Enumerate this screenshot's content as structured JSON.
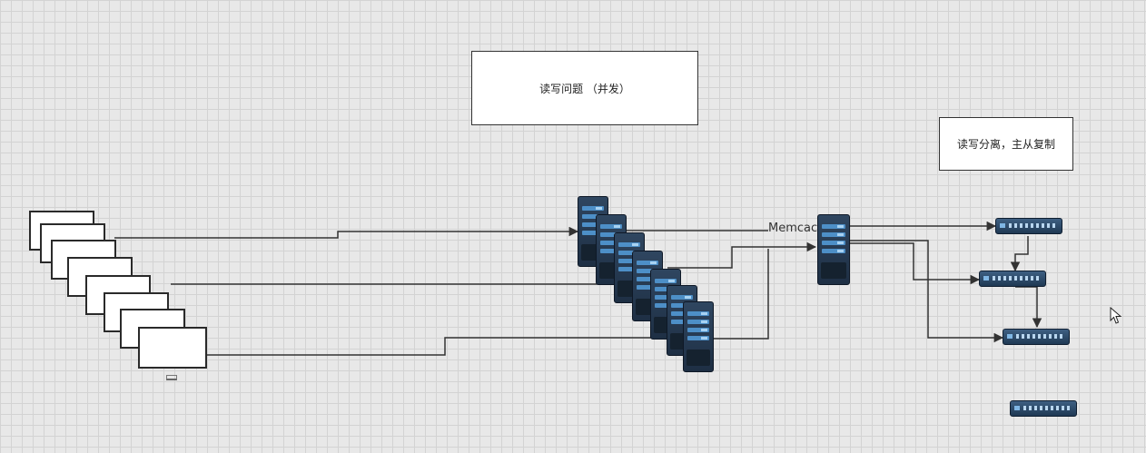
{
  "notes": {
    "read_write_issue": "读写问题  （并发）",
    "rw_separation": "读写分离，主从复制"
  },
  "cache_label": "Memcac",
  "icons": [
    "monitor-icon",
    "server-icon",
    "switch-icon",
    "cursor-icon"
  ],
  "colors": {
    "background": "#e8e8e8",
    "grid": "#d3d3d3",
    "server": "#2f4660",
    "server_accent": "#4d8fc7",
    "connector": "#333333"
  }
}
